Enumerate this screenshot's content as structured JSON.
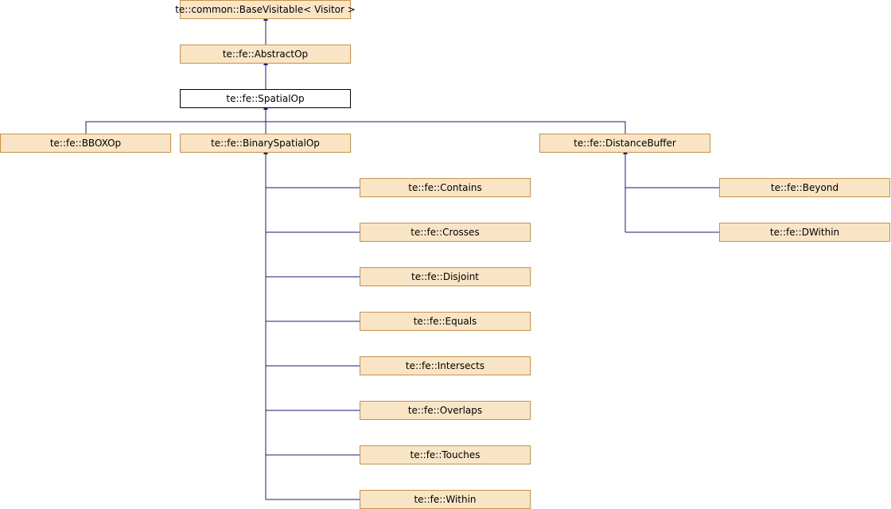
{
  "diagram": {
    "colors": {
      "node_fill": "#f9e5c6",
      "node_border": "#c4924a",
      "current_fill": "#ffffff",
      "current_border": "#000000",
      "edge": "#1a1a7a"
    },
    "nodes": {
      "base_visitable": "te::common::BaseVisitable< Visitor >",
      "abstract_op": "te::fe::AbstractOp",
      "spatial_op": "te::fe::SpatialOp",
      "bbox_op": "te::fe::BBOXOp",
      "binary_spatial_op": "te::fe::BinarySpatialOp",
      "distance_buffer": "te::fe::DistanceBuffer",
      "contains": "te::fe::Contains",
      "crosses": "te::fe::Crosses",
      "disjoint": "te::fe::Disjoint",
      "equals": "te::fe::Equals",
      "intersects": "te::fe::Intersects",
      "overlaps": "te::fe::Overlaps",
      "touches": "te::fe::Touches",
      "within": "te::fe::Within",
      "beyond": "te::fe::Beyond",
      "dwithin": "te::fe::DWithin"
    }
  }
}
